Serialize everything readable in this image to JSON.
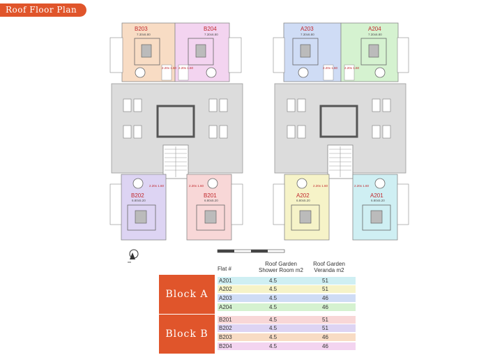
{
  "title": "Roof Floor Plan",
  "units": [
    {
      "id": "B203",
      "dims": "7.30x6.80",
      "color": "#f8dcc4"
    },
    {
      "id": "B204",
      "dims": "7.30x6.80",
      "color": "#f3d4f0"
    },
    {
      "id": "A203",
      "dims": "7.30x6.80",
      "color": "#cfdcf5"
    },
    {
      "id": "A204",
      "dims": "7.30x6.80",
      "color": "#d5f2d0"
    },
    {
      "id": "B202",
      "dims": "6.80x5.20",
      "color": "#ddd4f3"
    },
    {
      "id": "B201",
      "dims": "6.80x5.20",
      "color": "#f8d7d7"
    },
    {
      "id": "A202",
      "dims": "6.80x5.20",
      "color": "#f6f3c8"
    },
    {
      "id": "A201",
      "dims": "6.80x5.20",
      "color": "#cfeff3"
    }
  ],
  "shower_label_1": "2.20x 1.60",
  "shower_label_2": "2.20x 1.60",
  "shower_label_3": "2.20x 1.60",
  "shower_label_4": "2.20x 1.60",
  "shower_label_5": "2.20x 1.60",
  "shower_label_6": "2.20x 1.60",
  "shower_label_7": "2.20x 1.60",
  "shower_label_8": "2.20x 1.60",
  "table": {
    "col_flat": "Flat #",
    "col_shower_1": "Roof Garden",
    "col_shower_2": "Shower Room m2",
    "col_veranda_1": "Roof Garden",
    "col_veranda_2": "Veranda m2",
    "blocks": [
      {
        "label": "Block A",
        "rows": [
          {
            "flat": "A201",
            "shower": "4.5",
            "veranda": "51",
            "color": "#cfeff3"
          },
          {
            "flat": "A202",
            "shower": "4.5",
            "veranda": "51",
            "color": "#f6f3c8"
          },
          {
            "flat": "A203",
            "shower": "4.5",
            "veranda": "46",
            "color": "#cfdcf5"
          },
          {
            "flat": "A204",
            "shower": "4.5",
            "veranda": "46",
            "color": "#d5f2d0"
          }
        ]
      },
      {
        "label": "Block B",
        "rows": [
          {
            "flat": "B201",
            "shower": "4.5",
            "veranda": "51",
            "color": "#f8d7d7"
          },
          {
            "flat": "B202",
            "shower": "4.5",
            "veranda": "51",
            "color": "#ddd4f3"
          },
          {
            "flat": "B203",
            "shower": "4.5",
            "veranda": "46",
            "color": "#f8dcc4"
          },
          {
            "flat": "B204",
            "shower": "4.5",
            "veranda": "46",
            "color": "#f3d4f0"
          }
        ]
      }
    ]
  }
}
